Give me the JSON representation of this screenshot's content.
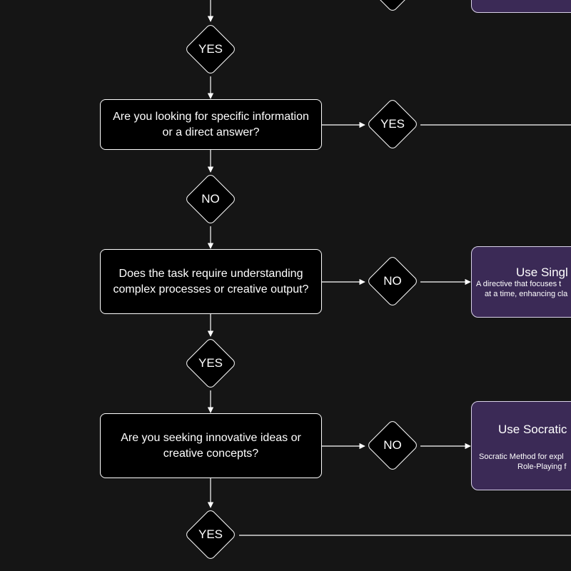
{
  "questions": {
    "q1": "Are you looking for specific information or a direct answer?",
    "q2": "Does the task require understanding complex processes or creative output?",
    "q3": "Are you seeking innovative ideas or creative concepts?"
  },
  "decisions": {
    "top_partial": "",
    "d1": "YES",
    "d2": "YES",
    "d3": "NO",
    "d4": "NO",
    "d5": "YES",
    "d6": "NO",
    "d7": "YES"
  },
  "techniques": {
    "single": {
      "title": "Use Singl",
      "desc_line1": "A directive that focuses t",
      "desc_line2": "at a time, enhancing cla"
    },
    "socratic": {
      "title": "Use Socratic",
      "desc_line1": "Socratic Method for expl",
      "desc_line2": "Role-Playing f"
    }
  },
  "colors": {
    "background": "#151515",
    "box_fill": "#000000",
    "stroke": "#ffffff",
    "technique_fill": "#3b2a56",
    "technique_stroke": "#d9d2e9"
  }
}
